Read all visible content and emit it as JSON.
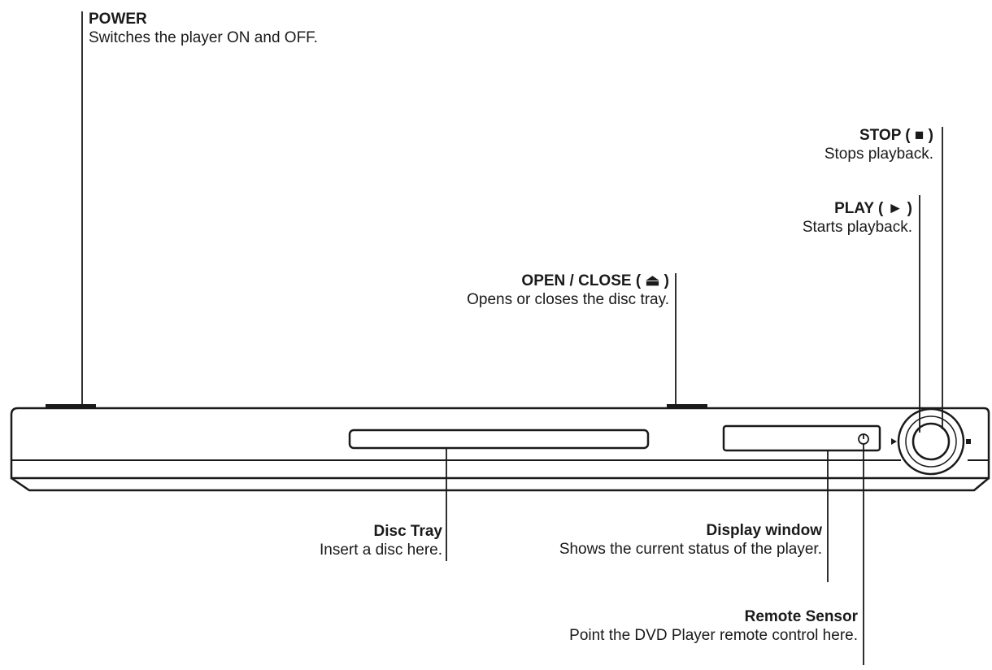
{
  "labels": {
    "power": {
      "title": "POWER",
      "desc": "Switches the player ON and OFF."
    },
    "stop": {
      "title": "STOP ( ■ )",
      "desc": "Stops playback."
    },
    "play": {
      "title": "PLAY ( ► )",
      "desc": "Starts playback."
    },
    "open_close": {
      "title": "OPEN / CLOSE ( ⏏ )",
      "desc": "Opens or closes the disc tray."
    },
    "disc_tray": {
      "title": "Disc Tray",
      "desc": "Insert a disc here."
    },
    "display_window": {
      "title": "Display window",
      "desc": "Shows the current status of the player."
    },
    "remote_sensor": {
      "title": "Remote Sensor",
      "desc": "Point the DVD Player remote control here."
    }
  },
  "colors": {
    "line": "#1a1a1a",
    "background": "#ffffff"
  }
}
